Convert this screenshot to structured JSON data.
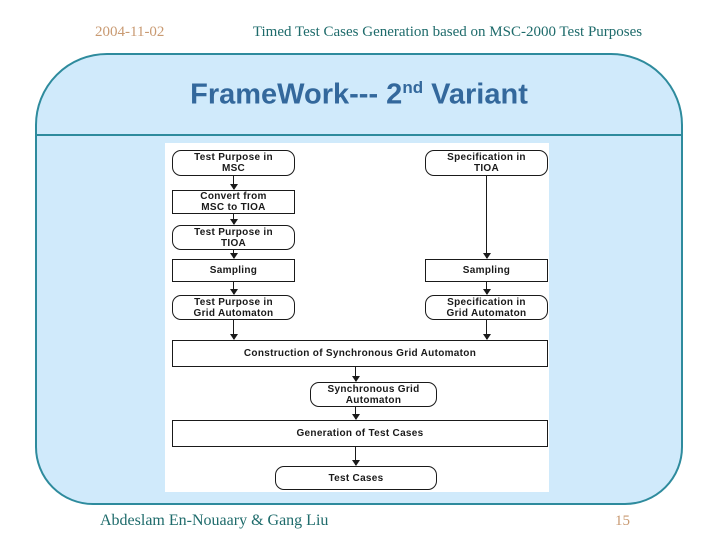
{
  "header": {
    "date": "2004-11-02",
    "title": "Timed Test Cases Generation based on MSC-2000 Test Purposes"
  },
  "slide": {
    "title_main": "FrameWork--- 2",
    "title_sup": "nd",
    "title_tail": " Variant"
  },
  "flowchart": {
    "nodes": [
      {
        "id": "test-purpose-msc",
        "label": "Test Purpose in\nMSC",
        "shape": "rounded",
        "column": "left"
      },
      {
        "id": "convert-msc-to-tioa",
        "label": "Convert from\nMSC to TIOA",
        "shape": "rect",
        "column": "left"
      },
      {
        "id": "test-purpose-tioa",
        "label": "Test Purpose in\nTIOA",
        "shape": "rounded",
        "column": "left"
      },
      {
        "id": "sampling-left",
        "label": "Sampling",
        "shape": "rect",
        "column": "left"
      },
      {
        "id": "test-purpose-grid-automaton",
        "label": "Test Purpose in\nGrid Automaton",
        "shape": "rounded",
        "column": "left"
      },
      {
        "id": "specification-tioa",
        "label": "Specification in\nTIOA",
        "shape": "rounded",
        "column": "right"
      },
      {
        "id": "sampling-right",
        "label": "Sampling",
        "shape": "rect",
        "column": "right"
      },
      {
        "id": "specification-grid-automaton",
        "label": "Specification in\nGrid Automaton",
        "shape": "rounded",
        "column": "right"
      },
      {
        "id": "construction-sync-grid",
        "label": "Construction of Synchronous Grid Automaton",
        "shape": "rect",
        "column": "center"
      },
      {
        "id": "synchronous-grid-automaton",
        "label": "Synchronous Grid\nAutomaton",
        "shape": "rounded",
        "column": "center"
      },
      {
        "id": "generation-test-cases",
        "label": "Generation of Test Cases",
        "shape": "rect",
        "column": "center"
      },
      {
        "id": "test-cases",
        "label": "Test Cases",
        "shape": "rounded",
        "column": "center"
      }
    ]
  },
  "footer": {
    "authors": "Abdeslam En-Nouaary & Gang Liu",
    "page_number": "15"
  },
  "colors": {
    "slide_fill": "#d0eafb",
    "slide_border": "#2e8b9d",
    "slide_title_text": "#33689c",
    "header_footer_accent": "#c99a72",
    "header_footer_text": "#1e6b6b",
    "flowchart_ink": "#1a1a1a"
  }
}
